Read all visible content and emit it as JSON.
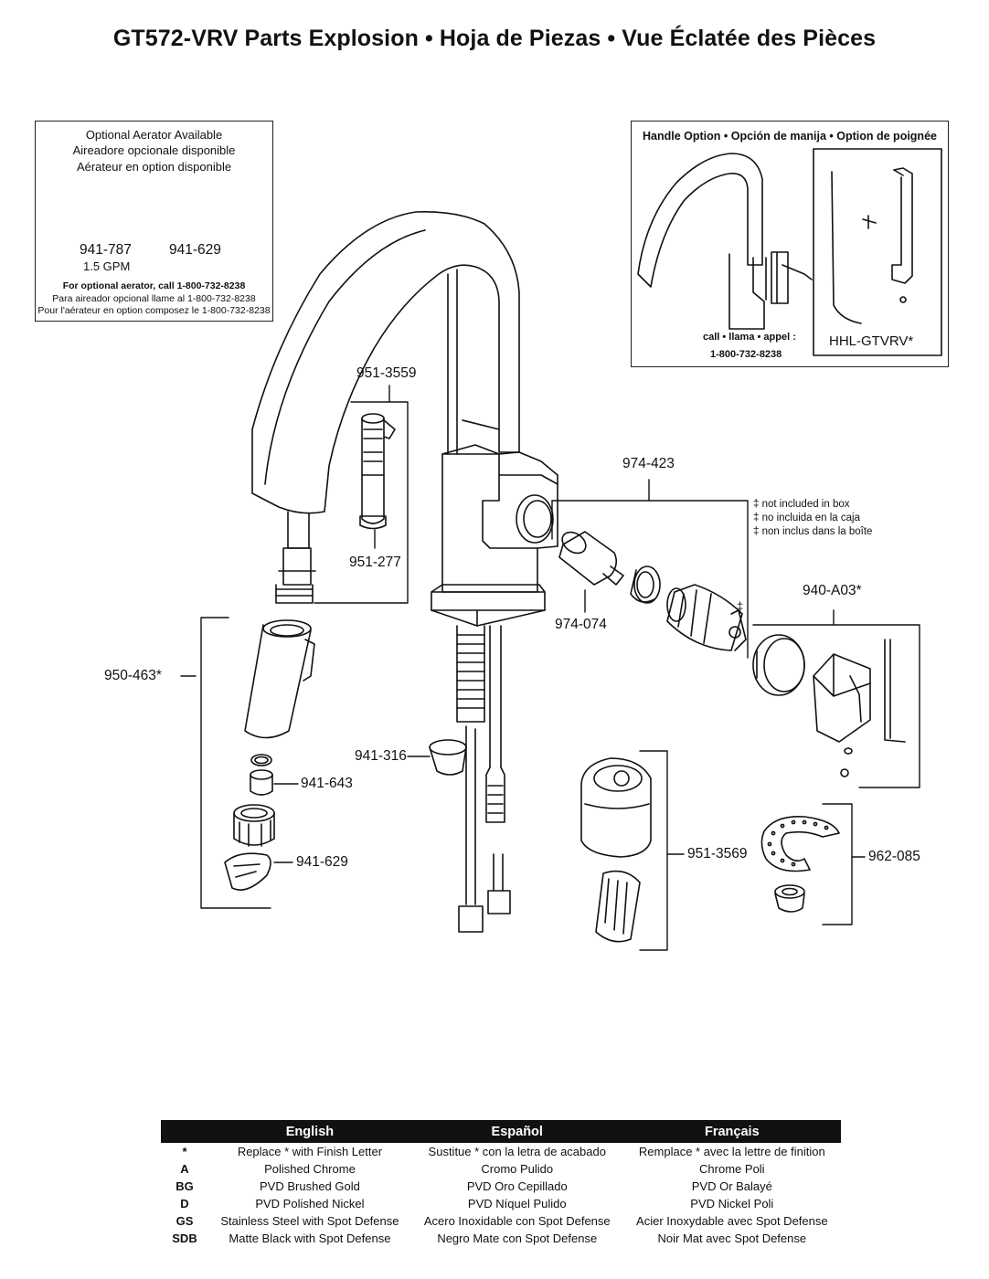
{
  "title": "GT572-VRV Parts Explosion  •  Hoja de Piezas  •  Vue Éclatée des Pièces",
  "aerator_box": {
    "title_en": "Optional Aerator Available",
    "title_es": "Aireadore opcionale disponible",
    "title_fr": "Aérateur en option disponible",
    "part_a": "941-787",
    "part_a_flow": "1.5 GPM",
    "part_b": "941-629",
    "call_en": "For optional aerator, call 1-800-732-8238",
    "call_es": "Para aireador opcional llame al 1-800-732-8238",
    "call_fr": "Pour l'aérateur en option composez le 1-800-732-8238"
  },
  "handle_box": {
    "title": "Handle Option • Opción de manija • Option de poignée",
    "call": "call • llama • appel :",
    "phone": "1-800-732-8238",
    "part": "HHL-GTVRV*"
  },
  "not_included": {
    "en": "‡ not included in box",
    "es": "‡ no incluida en la caja",
    "fr": "‡ non inclus dans la boîte"
  },
  "part_labels": {
    "p951_3559": "951-3559",
    "p951_277": "951-277",
    "p974_423": "974-423",
    "p974_074": "974-074",
    "p940_A03": "940-A03*",
    "p950_463": "950-463*",
    "p941_316": "941-316",
    "p941_643": "941-643",
    "p941_629": "941-629",
    "p951_3569": "951-3569",
    "p962_085": "962-085",
    "dagger": "‡"
  },
  "finish_table": {
    "headers": [
      "English",
      "Español",
      "Français"
    ],
    "rows": [
      {
        "code": "*",
        "en": "Replace * with Finish Letter",
        "es": "Sustitue * con la letra de acabado",
        "fr": "Remplace * avec la lettre de finition"
      },
      {
        "code": "A",
        "en": "Polished Chrome",
        "es": "Cromo Pulido",
        "fr": "Chrome Poli"
      },
      {
        "code": "BG",
        "en": "PVD Brushed Gold",
        "es": "PVD Oro Cepillado",
        "fr": "PVD Or Balayé"
      },
      {
        "code": "D",
        "en": "PVD Polished Nickel",
        "es": "PVD Níquel Pulido",
        "fr": "PVD Nickel Poli"
      },
      {
        "code": "GS",
        "en": "Stainless Steel with Spot Defense",
        "es": "Acero Inoxidable con Spot Defense",
        "fr": "Acier Inoxydable avec Spot Defense"
      },
      {
        "code": "SDB",
        "en": "Matte Black with Spot Defense",
        "es": "Negro Mate con Spot Defense",
        "fr": "Noir Mat avec Spot Defense"
      }
    ]
  }
}
